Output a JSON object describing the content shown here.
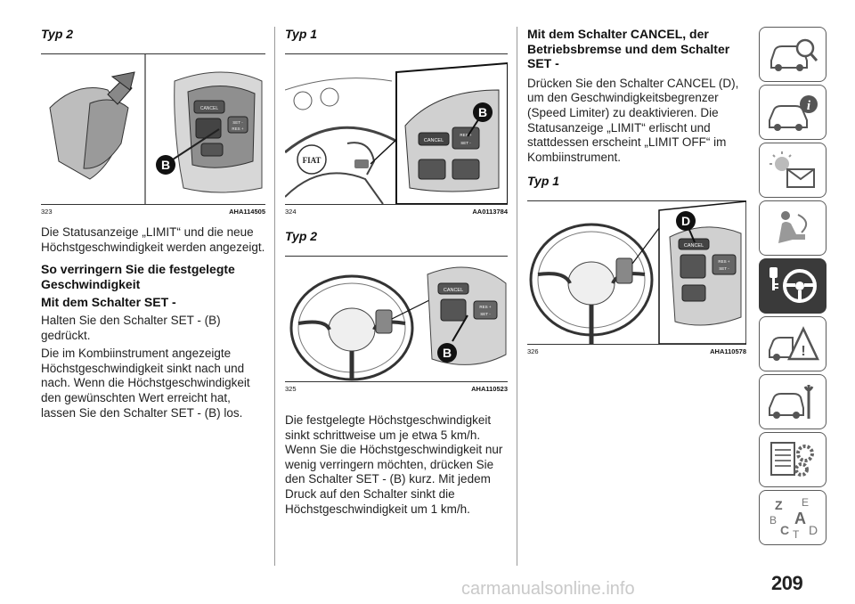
{
  "col1": {
    "heading": "Typ 2",
    "figure": {
      "number": "323",
      "code": "AHA114505",
      "callout": "B",
      "labels": [
        "CANCEL",
        "SET -",
        "RES +"
      ]
    },
    "para1": "Die Statusanzeige „LIMIT“ und die neue Höchstgeschwindigkeit werden angezeigt.",
    "subheading1": "So verringern Sie die festgelegte Geschwindigkeit",
    "subheading2": "Mit dem Schalter SET -",
    "para2": "Halten Sie den Schalter SET - (B) gedrückt.",
    "para3": "Die im Kombiinstrument angezeigte Höchstgeschwindigkeit sinkt nach und nach. Wenn die Höchstgeschwindigkeit den gewünschten Wert erreicht hat, lassen Sie den Schalter SET - (B) los."
  },
  "col2": {
    "heading1": "Typ 1",
    "figure1": {
      "number": "324",
      "code": "AA0113784",
      "callout": "B",
      "labels": [
        "CANCEL",
        "RES +",
        "SET -"
      ],
      "logo": "FIAT"
    },
    "heading2": "Typ 2",
    "figure2": {
      "number": "325",
      "code": "AHA110523",
      "callout": "B",
      "labels": [
        "CANCEL",
        "RES +",
        "SET -"
      ]
    },
    "para1": "Die festgelegte Höchstgeschwindigkeit sinkt schrittweise um je etwa 5 km/h. Wenn Sie die Höchstgeschwindigkeit nur wenig verringern möchten, drücken Sie den Schalter SET - (B) kurz. Mit jedem Druck auf den Schalter sinkt die Höchstgeschwindigkeit um 1 km/h."
  },
  "col3": {
    "subheading": "Mit dem Schalter CANCEL, der Betriebsbremse und dem Schalter SET -",
    "para1": "Drücken Sie den Schalter CANCEL (D), um den Geschwindigkeitsbegrenzer (Speed Limiter) zu deaktivieren. Die Statusanzeige „LIMIT“ erlischt und stattdessen erscheint „LIMIT OFF“ im Kombiinstrument.",
    "heading": "Typ 1",
    "figure": {
      "number": "326",
      "code": "AHA110578",
      "callout": "D",
      "labels": [
        "CANCEL",
        "RES +",
        "SET -"
      ]
    }
  },
  "tabs": [
    {
      "icon": "car-search-icon",
      "active": false
    },
    {
      "icon": "car-info-icon",
      "active": false
    },
    {
      "icon": "warning-light-envelope-icon",
      "active": false
    },
    {
      "icon": "seat-airbag-icon",
      "active": false
    },
    {
      "icon": "key-steering-wheel-icon",
      "active": true
    },
    {
      "icon": "car-crash-warning-icon",
      "active": false
    },
    {
      "icon": "car-wrench-icon",
      "active": false
    },
    {
      "icon": "checklist-gears-icon",
      "active": false
    },
    {
      "icon": "alphabet-index-icon",
      "active": false
    }
  ],
  "tab_letters": {
    "z": "Z",
    "e": "E",
    "b": "B",
    "a": "A",
    "c": "C",
    "d": "D",
    "t": "T"
  },
  "page_number": "209",
  "watermark": "carmanualsonline.info"
}
